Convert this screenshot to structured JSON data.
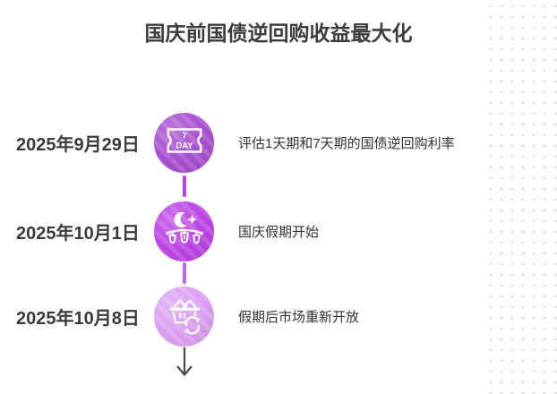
{
  "page": {
    "title": "国庆前国债逆回购收益最大化"
  },
  "theme": {
    "background": "#ffffff",
    "title_color": "#3d3d3d",
    "date_color": "#3b3b3b",
    "description_color": "#333333",
    "dot_grid_color": "#e3e3e3",
    "arrow_color": "#4a4a4a",
    "icon_stroke_color": "#ffffff"
  },
  "timeline": {
    "items": [
      {
        "date": "2025年9月29日",
        "description": "评估1天期和7天期的国债逆回购利率",
        "icon": "ticket-7day-icon",
        "icon_text_line1": "7",
        "icon_text_line2": "DAY",
        "circle_color": "#a94fd0"
      },
      {
        "date": "2025年10月1日",
        "description": "国庆假期开始",
        "icon": "moon-lanterns-icon",
        "circle_color": "#bc45e4"
      },
      {
        "date": "2025年10月8日",
        "description": "假期后市场重新开放",
        "icon": "basket-refresh-icon",
        "circle_color": "#dca0f2"
      }
    ],
    "connectors": [
      {
        "color": "#c538e8"
      },
      {
        "color": "#bf63ee"
      }
    ]
  }
}
